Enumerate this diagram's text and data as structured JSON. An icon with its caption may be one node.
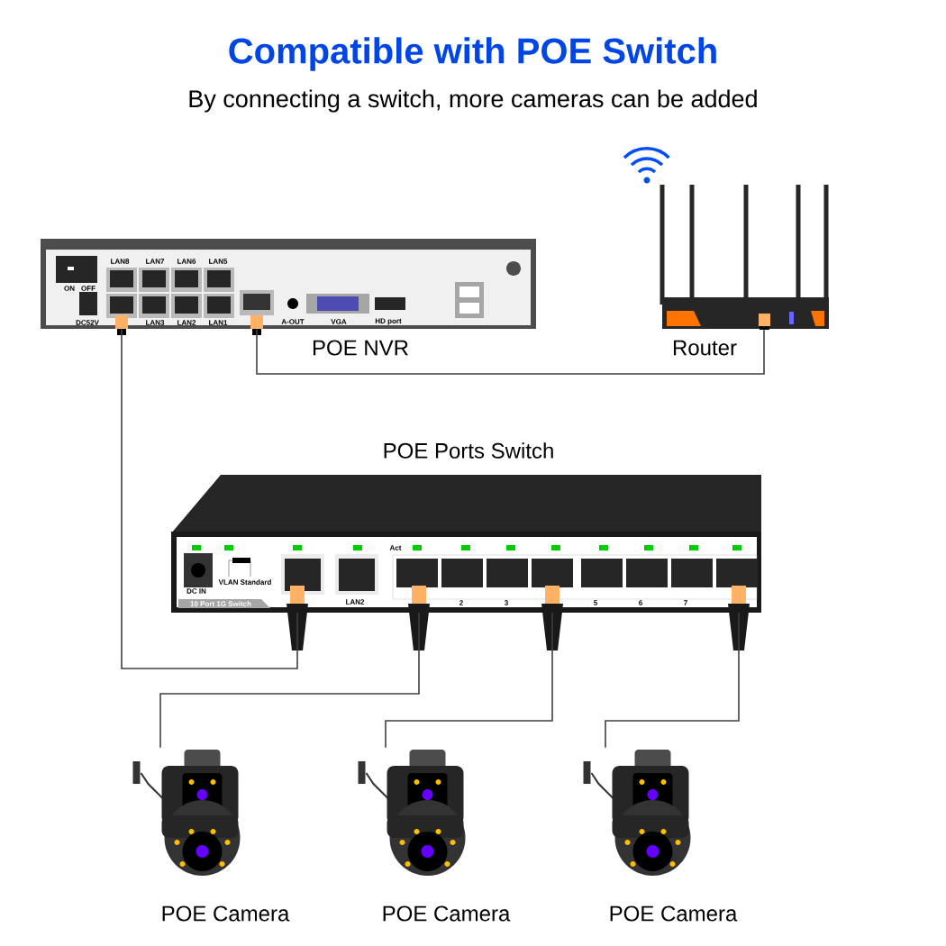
{
  "diagram": {
    "title": "Compatible with POE Switch",
    "caption": "By connecting a switch, more cameras can be added",
    "nodes": [
      {
        "text": [],
        "shape": "picture",
        "beside": [
          "POE NVR"
        ]
      },
      {
        "text": [],
        "shape": "picture",
        "beside": [
          "Router"
        ]
      },
      {
        "text": [],
        "shape": "picture",
        "beside": [
          "POE Ports Switch"
        ]
      },
      {
        "text": [],
        "shape": "picture",
        "beside": [
          "POE Camera"
        ]
      },
      {
        "text": [],
        "shape": "picture",
        "beside": [
          "POE Camera"
        ]
      },
      {
        "text": [],
        "shape": "picture",
        "beside": [
          "POE Camera"
        ]
      }
    ],
    "edges": [
      {
        "from": 0,
        "to": 1,
        "arrow": "none"
      },
      {
        "from": 0,
        "to": 2,
        "arrow": "none"
      },
      {
        "from": 2,
        "to": 3,
        "arrow": "none"
      },
      {
        "from": 2,
        "to": 4,
        "arrow": "none"
      },
      {
        "from": 2,
        "to": 5,
        "arrow": "none"
      }
    ],
    "labels": [
      "LAN8",
      "LAN7",
      "LAN6",
      "LAN5",
      "ON",
      "OFF",
      "DC52V",
      "LAN3",
      "LAN2",
      "LAN1",
      "A-OUT",
      "VGA",
      "HD port",
      "Act",
      "VLAN Standard",
      "DC IN",
      "10 Port 1G Switch",
      "LAN2",
      "2",
      "3",
      "5",
      "6",
      "7"
    ]
  }
}
